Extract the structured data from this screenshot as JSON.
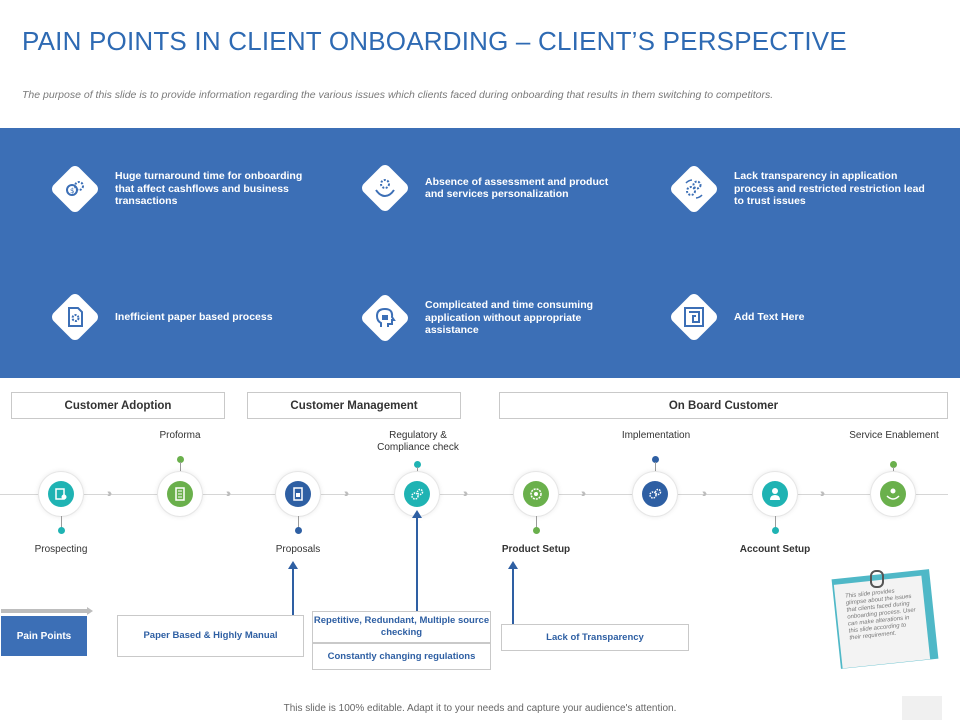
{
  "title": "PAIN POINTS IN CLIENT ONBOARDING – CLIENT’S PERSPECTIVE",
  "subtitle": "The purpose of this slide is to provide information regarding the various issues which clients faced during onboarding that results in them switching to competitors.",
  "pain_items": [
    {
      "text": "Huge turnaround time for onboarding that affect cashflows and business transactions",
      "icon": "money-gear-icon"
    },
    {
      "text": "Absence of assessment and product and services personalization",
      "icon": "hand-gear-icon"
    },
    {
      "text": "Lack transparency in application process and restricted restriction lead to trust issues",
      "icon": "gears-cycle-icon"
    },
    {
      "text": "Inefficient paper based process",
      "icon": "document-gear-icon"
    },
    {
      "text": "Complicated and time consuming application without appropriate assistance",
      "icon": "head-lock-icon"
    },
    {
      "text": "Add Text Here",
      "icon": "maze-icon"
    }
  ],
  "phases": {
    "adoption": "Customer Adoption",
    "management": "Customer Management",
    "onboard": "On Board Customer"
  },
  "stages": {
    "prospecting": "Prospecting",
    "proforma": "Proforma",
    "proposals": "Proposals",
    "regulatory": "Regulatory & Compliance check",
    "product_setup": "Product Setup",
    "implementation": "Implementation",
    "account_setup": "Account Setup",
    "service": "Service Enablement"
  },
  "pain_points": {
    "label": "Pain Points",
    "paper": "Paper Based & Highly Manual",
    "repetitive": "Repetitive, Redundant, Multiple source checking",
    "regulations": "Constantly changing regulations",
    "transparency": "Lack of Transparency"
  },
  "note_text": "This slide provides glimpse about the issues that clients faced during onboarding process. User can make alterations in this slide according to their requirement.",
  "footer": "This slide is 100% editable. Adapt it to your needs and capture your audience's attention.",
  "colors": {
    "brand_blue": "#3c6fb6",
    "teal": "#1fb3b3",
    "green": "#6ab04c",
    "blue": "#2e5fa3"
  }
}
